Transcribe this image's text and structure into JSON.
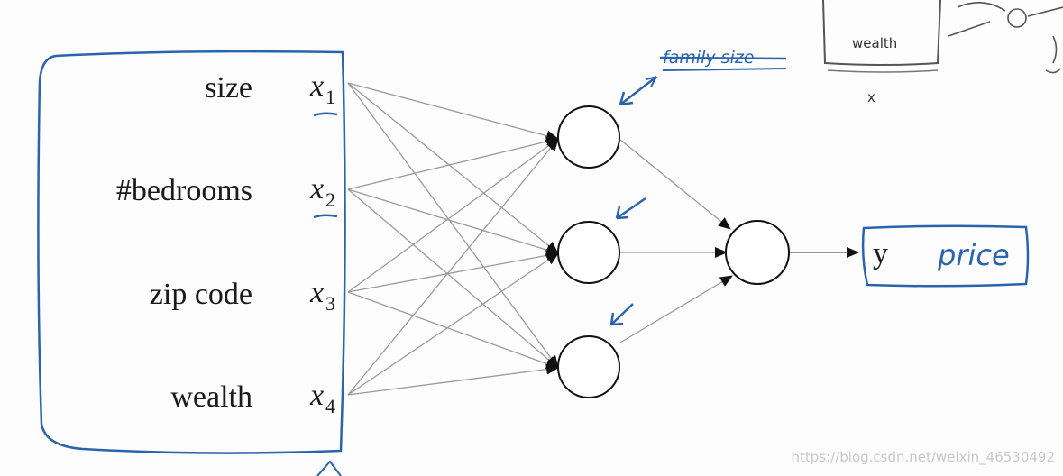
{
  "features": [
    {
      "label": "size",
      "var": "x",
      "sub": "1"
    },
    {
      "label": "#bedrooms",
      "var": "x",
      "sub": "2"
    },
    {
      "label": "zip code",
      "var": "x",
      "sub": "3"
    },
    {
      "label": "wealth",
      "var": "x",
      "sub": "4"
    }
  ],
  "output": {
    "symbol": "y",
    "note": "price"
  },
  "annotation": {
    "crossed_note": "family size"
  },
  "corner_sketch": {
    "label": "wealth",
    "sub_label": "x"
  },
  "watermark": "https://blog.csdn.net/weixin_46530492",
  "colors": {
    "ink": "#1a1a1a",
    "pen": "#2b64ad",
    "line": "#9a9a9a",
    "watermark": "#c8c8c8"
  }
}
